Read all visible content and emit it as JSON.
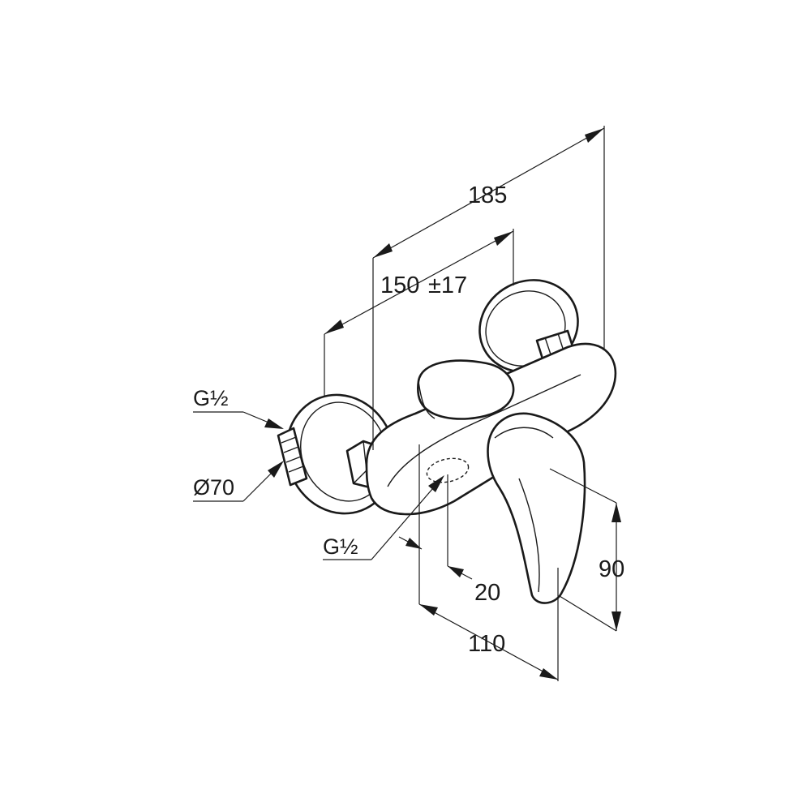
{
  "dimensions": {
    "overall_length": "185",
    "inlet_spacing": "150",
    "inlet_spacing_tolerance": "±17",
    "handle_height": "90",
    "outlet_offset": "20",
    "body_depth": "110"
  },
  "threads": {
    "inlet_thread": "G½",
    "outlet_thread": "G½"
  },
  "rosette": {
    "diameter": "Ø70"
  },
  "colors": {
    "line": "#1a1a1a",
    "background": "#ffffff"
  }
}
